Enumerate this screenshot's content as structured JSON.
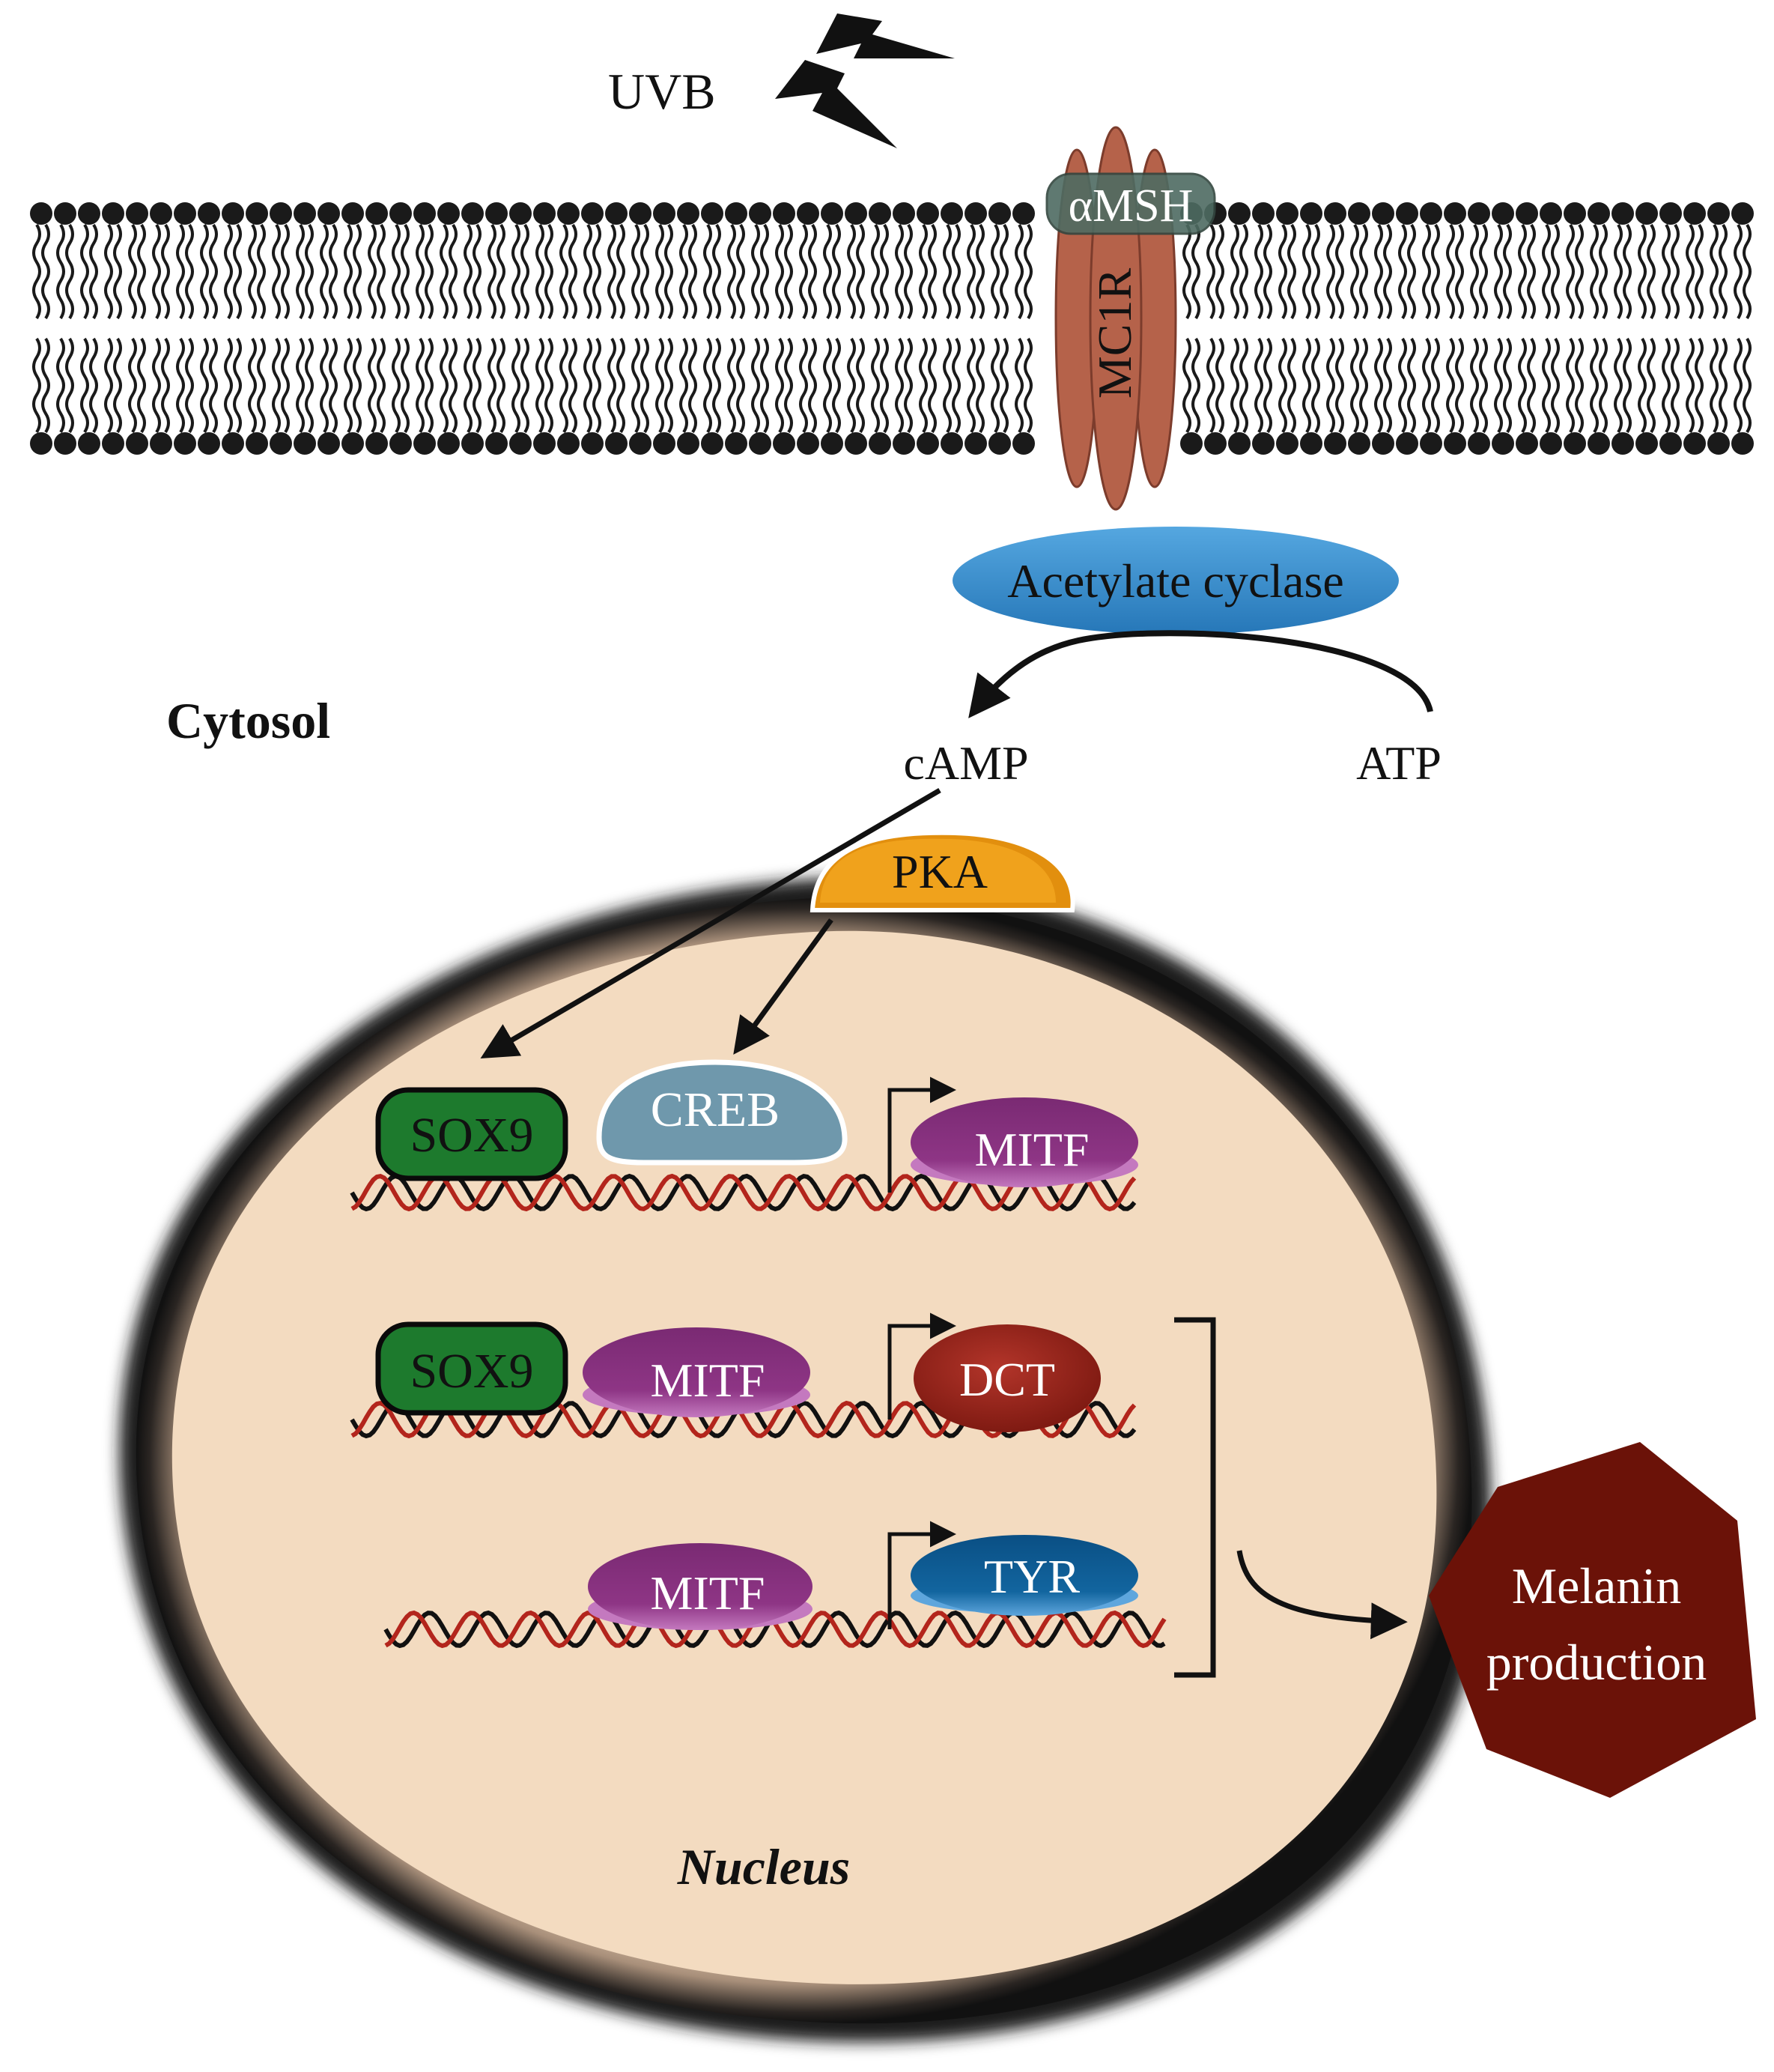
{
  "stimulus": {
    "label": "UVB"
  },
  "membrane": {
    "ligand": "αMSH",
    "receptor": "MC1R"
  },
  "cytosol": {
    "label": "Cytosol",
    "enzyme": "Acetylate cyclase",
    "substrate": "ATP",
    "product": "cAMP",
    "kinase": "PKA"
  },
  "nucleus": {
    "label": "Nucleus",
    "row1": {
      "factor1": "SOX9",
      "factor2": "CREB",
      "target": "MITF"
    },
    "row2": {
      "factor1": "SOX9",
      "factor2": "MITF",
      "target": "DCT"
    },
    "row3": {
      "factor1": "MITF",
      "target": "TYR"
    }
  },
  "outcome": {
    "line1": "Melanin",
    "line2": "production"
  },
  "colors": {
    "membrane": "#1a1a1a",
    "receptor": "#b5624a",
    "ligand": "#4e6b62",
    "adenylate_cyclase": "#3a8fcf",
    "pka": "#f0a21c",
    "sox9": "#1d7a2d",
    "creb": "#6f98ac",
    "mitf": "#8a2e80",
    "dct": "#98231c",
    "tyr": "#0d5f9a",
    "melanin": "#6b1208",
    "nucleus_fill": "#f3dbc0",
    "dna_red": "#b3251c",
    "dna_black": "#111111"
  }
}
